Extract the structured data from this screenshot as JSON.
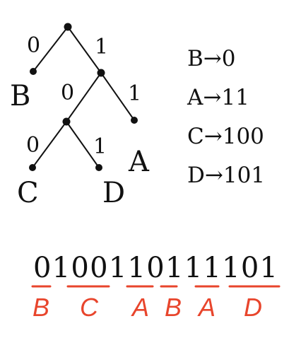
{
  "tree": {
    "edge_labels": {
      "root_left": "0",
      "root_right": "1",
      "n1_left": "0",
      "n1_right": "1",
      "n2_left": "0",
      "n2_right": "1"
    },
    "leaves": {
      "b": "B",
      "a": "A",
      "c": "C",
      "d": "D"
    }
  },
  "code_table": [
    {
      "symbol": "B",
      "arrow": "→",
      "code": "0"
    },
    {
      "symbol": "A",
      "arrow": "→",
      "code": "11"
    },
    {
      "symbol": "C",
      "arrow": "→",
      "code": "100"
    },
    {
      "symbol": "D",
      "arrow": "→",
      "code": "101"
    }
  ],
  "encoded": {
    "bits": "0100110111101",
    "groups": [
      {
        "bits": "0",
        "letter": "B"
      },
      {
        "bits": "100",
        "letter": "C"
      },
      {
        "bits": "11",
        "letter": "A"
      },
      {
        "bits": "0",
        "letter": "B"
      },
      {
        "bits": "11",
        "letter": "A"
      },
      {
        "bits": "101",
        "letter": "D"
      }
    ]
  },
  "colors": {
    "ink": "#111111",
    "underline": "#e8452c",
    "decoded": "#e8452c"
  }
}
